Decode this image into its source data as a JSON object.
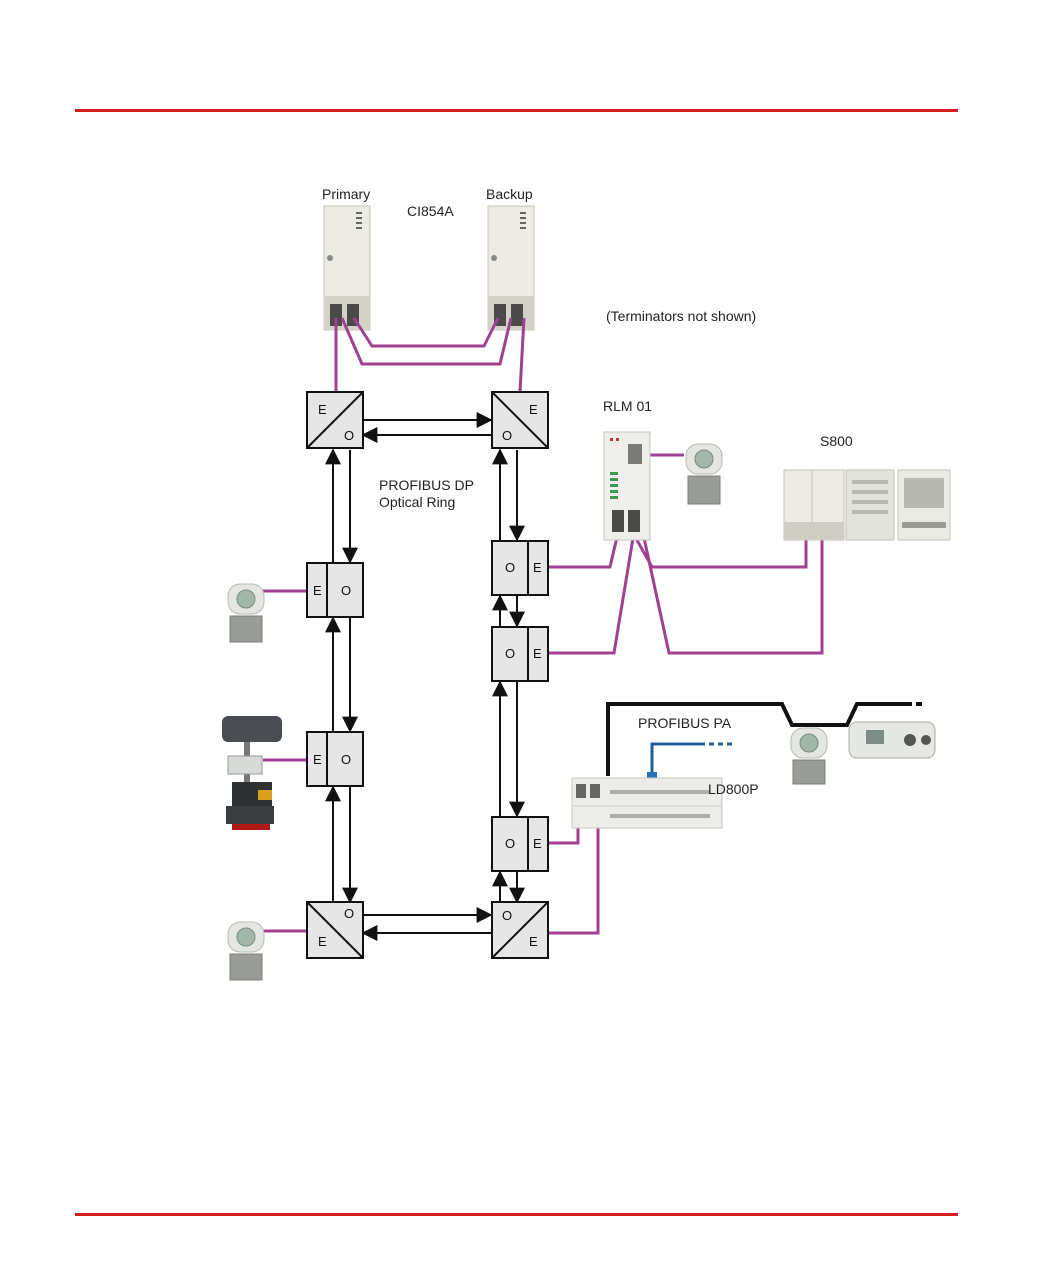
{
  "labels": {
    "primary": "Primary",
    "backup": "Backup",
    "ci854a": "CI854A",
    "terminators": "(Terminators not shown)",
    "rlm01": "RLM 01",
    "s800": "S800",
    "profibus_dp_line1": "PROFIBUS DP",
    "profibus_dp_line2": "Optical Ring",
    "profibus_pa": "PROFIBUS PA",
    "ld800p": "LD800P"
  },
  "converter_letters": {
    "electrical": "E",
    "optical": "O"
  },
  "colors": {
    "rule": "#d21f1f",
    "electrical_cable": "#a0418f",
    "pa_bus": "#111111",
    "pa_spur": "#1f5f9a",
    "fiber": "#111111",
    "converter_fill": "#e6e6e6"
  }
}
